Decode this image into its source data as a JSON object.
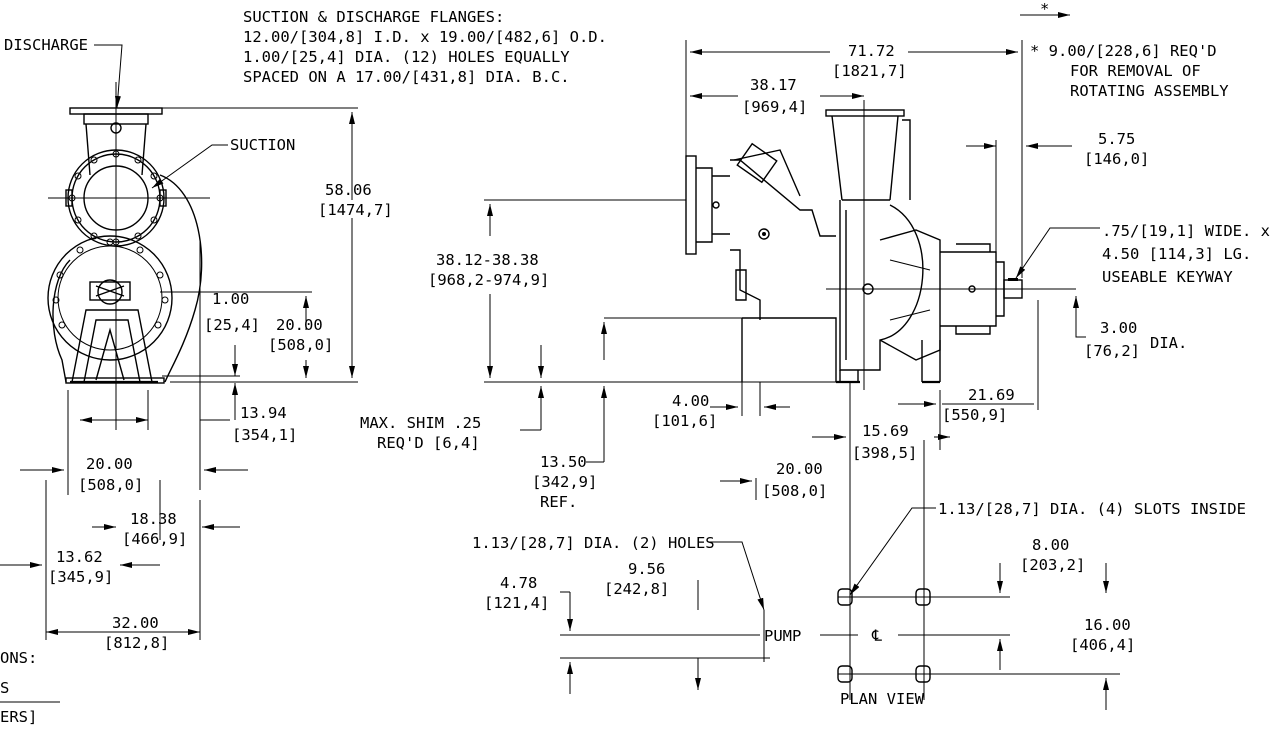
{
  "notes": {
    "flanges": [
      "SUCTION & DISCHARGE FLANGES:",
      "12.00/[304,8] I.D. x 19.00/[482,6] O.D.",
      "1.00/[25,4] DIA. (12) HOLES EQUALLY",
      "SPACED ON A 17.00/[431,8] DIA. B.C."
    ],
    "discharge": "DISCHARGE",
    "suction": "SUCTION",
    "removal_asterisk": "*",
    "removal": [
      "* 9.00/[228,6] REQ'D",
      "FOR REMOVAL OF",
      "ROTATING ASSEMBLY"
    ],
    "keyway": [
      ".75/[19,1] WIDE. x",
      "4.50 [114,3] LG.",
      "USEABLE KEYWAY"
    ],
    "shaft_dia": [
      "3.00",
      "[76,2]",
      "DIA."
    ],
    "shim": [
      "MAX. SHIM .25",
      "REQ'D  [6,4]"
    ],
    "slots": "1.13/[28,7] DIA. (4) SLOTS INSIDE",
    "holes": "1.13/[28,7] DIA. (2) HOLES",
    "pump": "PUMP",
    "centerline": "℄",
    "plan_view": "PLAN VIEW",
    "legend": [
      "ONS:",
      "S",
      "ERS]"
    ]
  },
  "dimensions": {
    "d58": [
      "58.06",
      "[1474,7]"
    ],
    "d1": [
      "1.00",
      "[25,4]"
    ],
    "d20v": [
      "20.00",
      "[508,0]"
    ],
    "d1394": [
      "13.94",
      "[354,1]"
    ],
    "d20h": [
      "20.00",
      "[508,0]"
    ],
    "d1838": [
      "18.38",
      "[466,9]"
    ],
    "d1362": [
      "13.62",
      "[345,9]"
    ],
    "d32": [
      "32.00",
      "[812,8]"
    ],
    "d7172": [
      "71.72",
      "[1821,7]"
    ],
    "d3817": [
      "38.17",
      "[969,4]"
    ],
    "d575": [
      "5.75",
      "[146,0]"
    ],
    "d3812": [
      "38.12-38.38",
      "[968,2-974,9]"
    ],
    "d400": [
      "4.00",
      "[101,6]"
    ],
    "d1350": [
      "13.50",
      "[342,9]",
      "REF."
    ],
    "d2169": [
      "21.69",
      "[550,9]"
    ],
    "d1569": [
      "15.69",
      "[398,5]"
    ],
    "d20s": [
      "20.00",
      "[508,0]"
    ],
    "d800": [
      "8.00",
      "[203,2]"
    ],
    "d1600": [
      "16.00",
      "[406,4]"
    ],
    "d956": [
      "9.56",
      "[242,8]"
    ],
    "d478": [
      "4.78",
      "[121,4]"
    ]
  }
}
